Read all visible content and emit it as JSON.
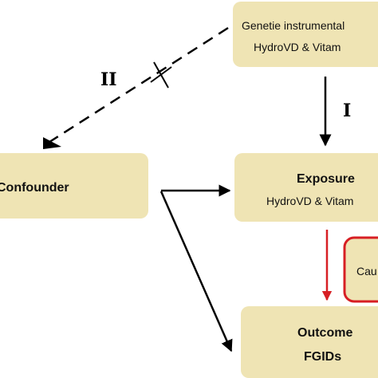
{
  "colors": {
    "box_fill": "#efe4b4",
    "causal_red": "#d71f24",
    "arrow_black": "#000000"
  },
  "boxes": {
    "instruments": {
      "line1": "Genetie instrumental",
      "line2": "HydroVD & Vitam"
    },
    "confounder": {
      "label": "Confounder"
    },
    "exposure": {
      "title": "Exposure",
      "subtitle": "HydroVD & Vitam"
    },
    "outcome": {
      "title": "Outcome",
      "subtitle": "FGIDs"
    },
    "causal": {
      "label": "Cau"
    }
  },
  "labels": {
    "assumption_one": "I",
    "assumption_two": "II"
  }
}
